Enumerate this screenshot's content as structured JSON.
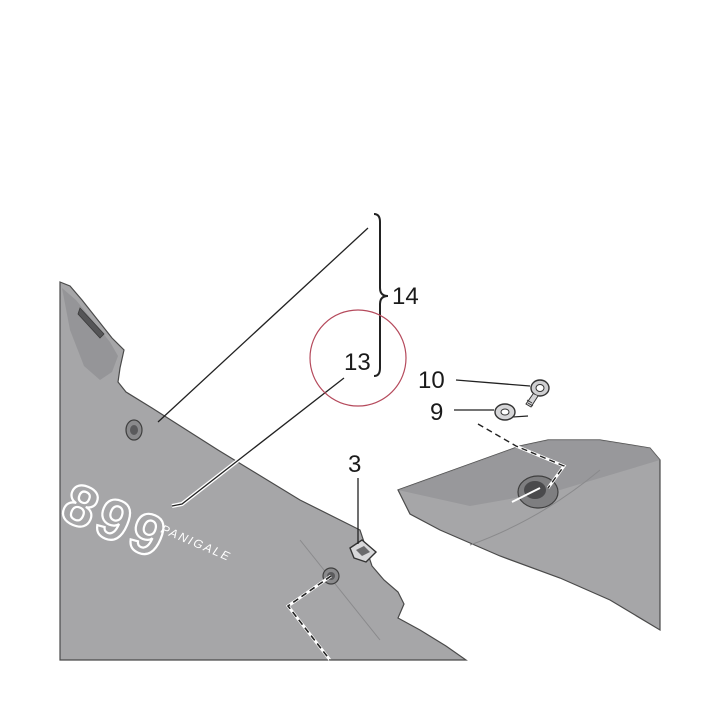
{
  "callouts": {
    "c14": "14",
    "c13": "13",
    "c10": "10",
    "c9": "9",
    "c3": "3"
  },
  "decal": {
    "model": "899",
    "name": "PANIGALE"
  },
  "colors": {
    "panel_fill": "#a6a6a8",
    "panel_shade": "#959597",
    "panel_edge": "#4a4a4a",
    "leader_line": "#222222",
    "highlight_circle": "#b54a5c",
    "background": "#ffffff"
  }
}
